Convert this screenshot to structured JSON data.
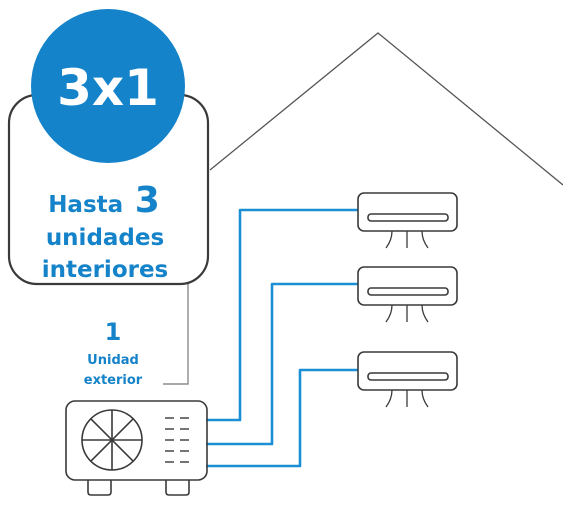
{
  "badge": {
    "label": "3x1"
  },
  "interior_card": {
    "prefix": "Hasta",
    "count": "3",
    "line2": "unidades",
    "line3": "interiores"
  },
  "exterior_caption": {
    "count": "1",
    "line1": "Unidad",
    "line2": "exterior"
  },
  "colors": {
    "accent": "#1583c9",
    "pipe": "#1a8fd6",
    "outline": "#3a3a3a",
    "house_line": "#555555"
  },
  "icons": {
    "outdoor_unit": "outdoor-ac-unit-icon",
    "indoor_unit": "split-ac-unit-icon",
    "fan": "fan-icon",
    "airflow": "airflow-lines-icon"
  }
}
